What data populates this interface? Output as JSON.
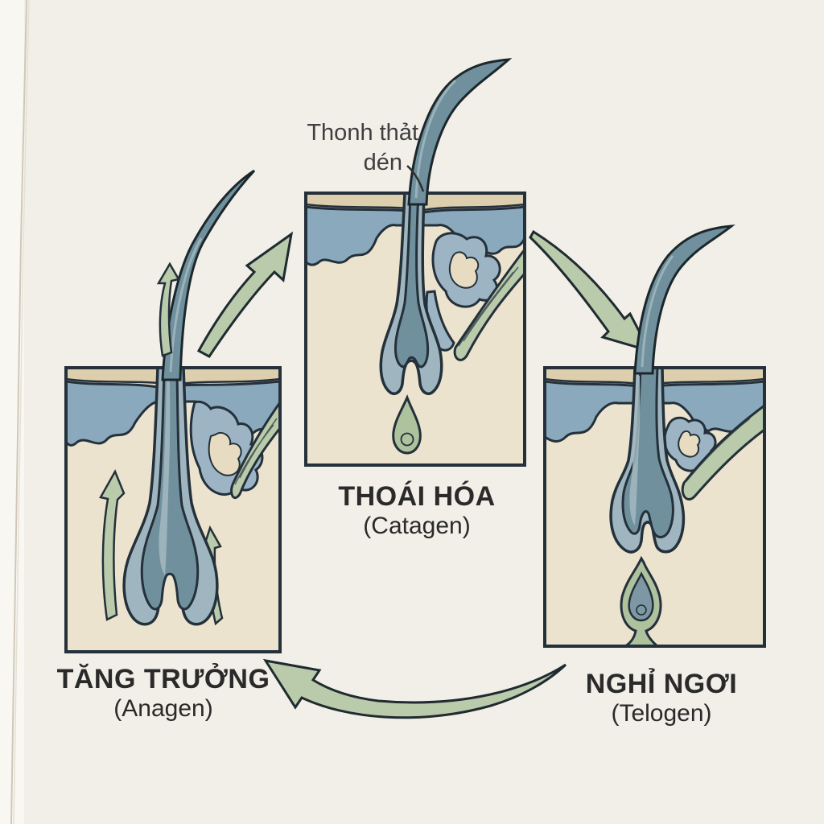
{
  "page": {
    "kind": "photographed book page",
    "background_color": "#f2efe8",
    "page_edge_color": "#cfc8ba"
  },
  "diagram": {
    "subject": "hair-growth-cycle",
    "annotation": {
      "line1": "Thonh thảt",
      "line2": "dén",
      "points_to": "hair-shaft of catagen panel"
    },
    "phases": [
      {
        "id": "anagen",
        "label_vi": "TĂNG TRƯỞNG",
        "label_en": "(Anagen)",
        "position": "bottom-left",
        "elements": [
          "hair-shaft",
          "epidermis-layer",
          "skin-surface",
          "hair-follicle-bulb",
          "sebaceous-gland",
          "arrector-pili-muscle",
          "upward-growth-arrows"
        ]
      },
      {
        "id": "catagen",
        "label_vi": "THOÁI HÓA",
        "label_en": "(Catagen)",
        "position": "top-center",
        "elements": [
          "hair-shaft",
          "epidermis-layer",
          "skin-surface",
          "shrinking-follicle",
          "detached-dermal-papilla-drop",
          "sebaceous-gland",
          "arrector-pili-muscle"
        ]
      },
      {
        "id": "telogen",
        "label_vi": "NGHỈ NGƠI",
        "label_en": "(Telogen)",
        "position": "bottom-right",
        "elements": [
          "club-hair-shaft",
          "epidermis-layer",
          "skin-surface",
          "resting-club-follicle",
          "new-hair-germ",
          "sebaceous-gland",
          "arrector-pili-muscle"
        ]
      }
    ],
    "arrows": [
      {
        "from": "anagen",
        "to": "catagen",
        "style": "green curved arrow",
        "direction": "up-right"
      },
      {
        "from": "catagen",
        "to": "telogen",
        "style": "green curved arrow",
        "direction": "down-right"
      },
      {
        "from": "telogen",
        "to": "anagen",
        "style": "long green sweeping arrow",
        "direction": "left, head points up-left"
      },
      {
        "id": "small-growth-arrow-outside-anagen",
        "direction": "up"
      },
      {
        "id": "growth-arrow-inside-anagen-left",
        "direction": "up"
      },
      {
        "id": "growth-arrow-inside-anagen-right",
        "direction": "up"
      }
    ],
    "colors": {
      "outline": "#24303a",
      "dermis_cream": "#ece3cf",
      "epidermis_blue": "#8aa9bd",
      "skin_surface_tan": "#ddcfae",
      "hair_steel_blue": "#6f909c",
      "follicle_sheath": "#9fb6c0",
      "hair_highlight": "#a4bac2",
      "green_accent": "#b9cbaa",
      "text": "#2a2a2a"
    }
  }
}
